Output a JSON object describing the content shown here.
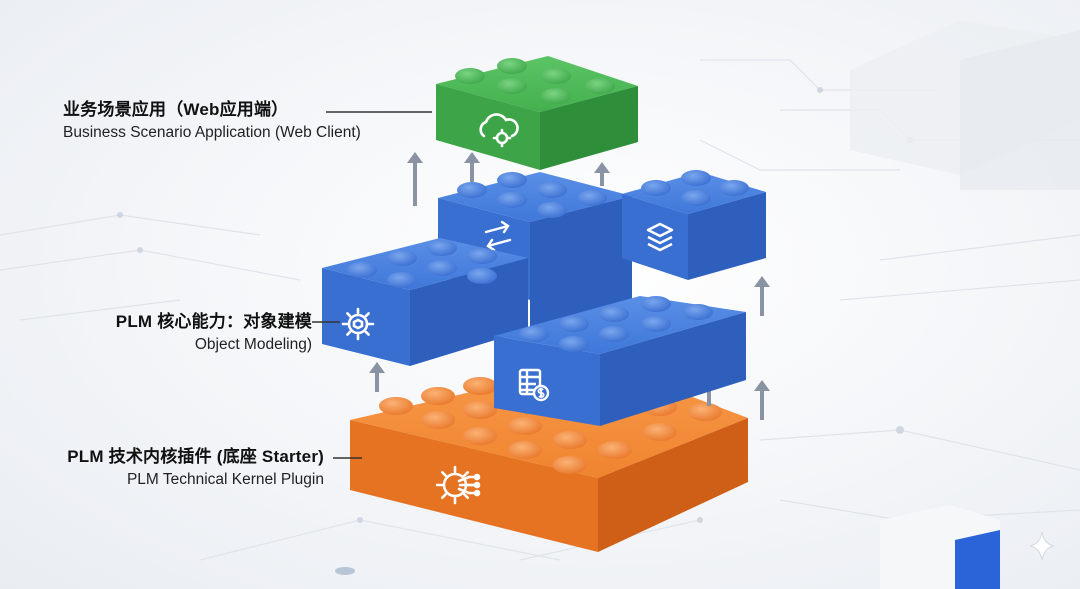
{
  "layers": [
    {
      "id": "web-client",
      "title_zh": "业务场景应用（Web应用端）",
      "title_en": "Business Scenario Application (Web Client)",
      "color": "#3fae49",
      "icon": "cloud-gear-icon"
    },
    {
      "id": "object-modeling",
      "title_zh": "PLM 核心能力：对象建模",
      "title_en": "Object Modeling)",
      "color": "#3a72d6",
      "icons": [
        "sync-arrows-icon",
        "layers-icon",
        "gear-cube-icon",
        "table-dollar-icon"
      ]
    },
    {
      "id": "kernel-plugin",
      "title_zh": "PLM 技术内核插件 (底座 Starter)",
      "title_en": "PLM Technical Kernel Plugin",
      "color": "#ee7a2a",
      "icon": "gear-circuit-icon"
    }
  ],
  "colors": {
    "green": "#3fae49",
    "blue": "#3a72d6",
    "orange": "#ee7a2a",
    "arrow": "#8a93a3"
  }
}
